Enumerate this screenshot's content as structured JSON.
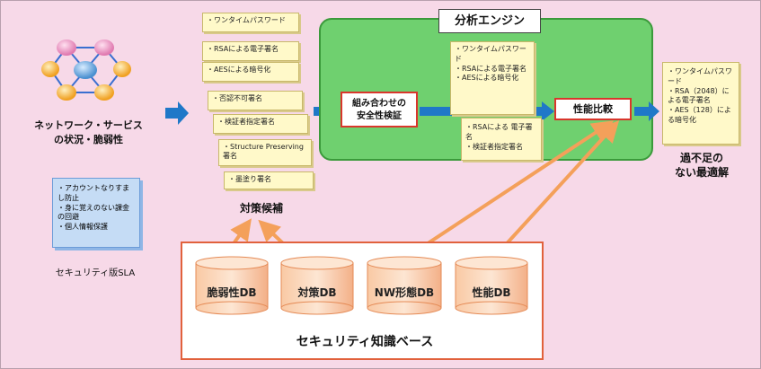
{
  "network": {
    "caption_line1": "ネットワーク・サービス",
    "caption_line2": "の状況・脆弱性"
  },
  "sla_note": {
    "items": [
      "・アカウントなりすまし防止",
      "・身に覚えのない課金の回避",
      "・個人情報保護"
    ],
    "caption": "セキュリティ版SLA"
  },
  "candidates": {
    "notes": [
      "・ワンタイムパスワード",
      "・RSAによる電子署名",
      "・AESによる暗号化",
      "・否認不可署名",
      "・検証者指定署名",
      "・Structure Preserving署名",
      "・墨塗り署名"
    ],
    "caption": "対策候補"
  },
  "engine": {
    "title": "分析エンジン",
    "combo_label_line1": "組み合わせの",
    "combo_label_line2": "安全性検証",
    "combo_notes": [
      "・ワンタイムパスワード",
      "・RSAによる電子署名",
      "・AESによる暗号化"
    ],
    "combo_notes_2": [
      "・RSAによる 電子署名",
      "・検証者指定署名"
    ],
    "perf_label": "性能比較"
  },
  "result": {
    "items": [
      "・ワンタイムパスワード",
      "・RSA（2048）による電子署名",
      "・AES（128）による暗号化"
    ],
    "caption_line1": "過不足の",
    "caption_line2": "ない最適解"
  },
  "knowledge_base": {
    "dbs": [
      "脆弱性DB",
      "対策DB",
      "NW形態DB",
      "性能DB"
    ],
    "caption": "セキュリティ知識ベース"
  },
  "colors": {
    "background": "#f7d9e8",
    "engine": "#6fd06f",
    "arrow_blue": "#1f78c8",
    "arrow_orange": "#f4a05a",
    "note_yellow": "#fff9c9",
    "red_border": "#d9362c"
  }
}
